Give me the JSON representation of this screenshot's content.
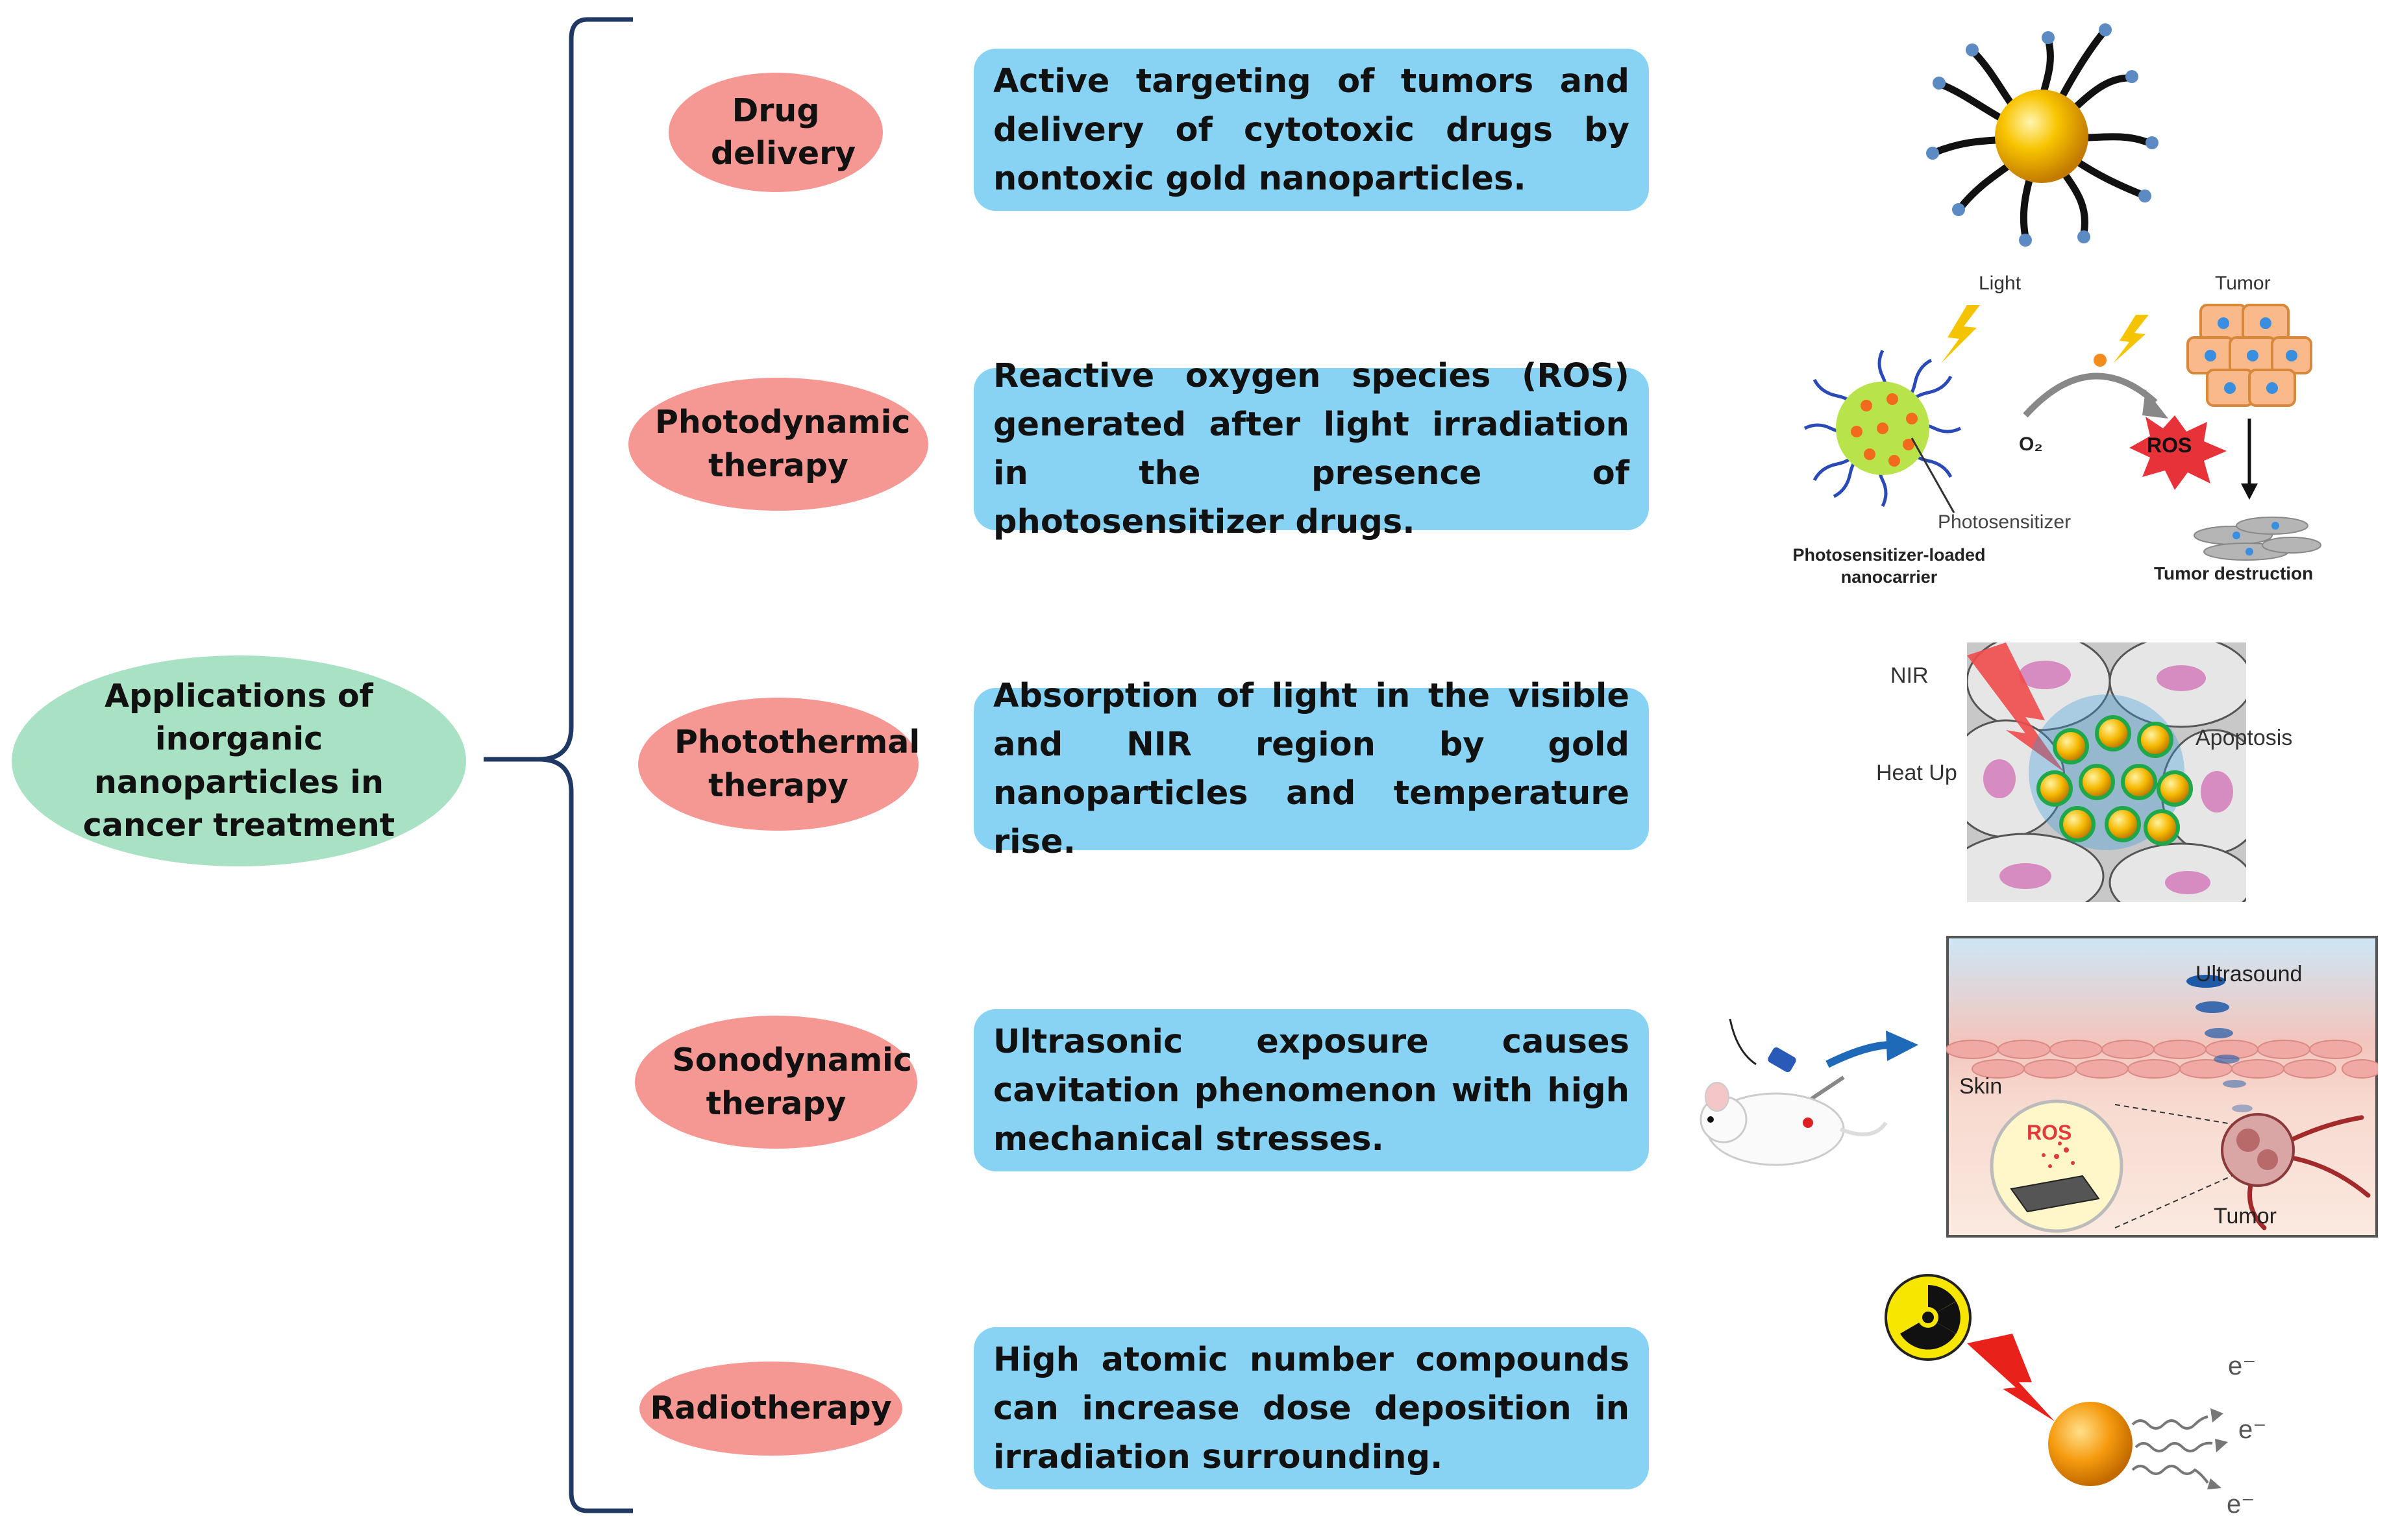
{
  "root": {
    "label": "Applications of inorganic nanoparticles in cancer treatment"
  },
  "therapies": [
    {
      "name": "Drug delivery",
      "description": "Active targeting of tumors and delivery of cytotoxic drugs by nontoxic gold nanoparticles."
    },
    {
      "name": "Photodynamic therapy",
      "description": "Reactive oxygen species (ROS) generated after light irradiation in the presence of photosensitizer drugs."
    },
    {
      "name": "Photothermal therapy",
      "description": "Absorption of light in the visible and NIR region by gold nanoparticles and temperature rise."
    },
    {
      "name": "Sonodynamic therapy",
      "description": "Ultrasonic exposure causes cavitation phenomenon with high mechanical stresses."
    },
    {
      "name": "Radiotherapy",
      "description": "High atomic number compounds can increase dose deposition in irradiation surrounding."
    }
  ],
  "illustrations": {
    "photodynamic": {
      "light": "Light",
      "tumor": "Tumor",
      "oxygen": "O₂",
      "ros": "ROS",
      "photosensitizer": "Photosensitizer",
      "nanocarrier": "Photosensitizer-loaded nanocarrier",
      "destruction": "Tumor destruction"
    },
    "photothermal": {
      "nir": "NIR",
      "heat": "Heat Up",
      "apoptosis": "Apoptosis"
    },
    "sonodynamic": {
      "ultrasound": "Ultrasound",
      "skin": "Skin",
      "ros": "ROS",
      "tumor": "Tumor"
    },
    "radiotherapy": {
      "electron1": "e⁻",
      "electron2": "e⁻",
      "electron3": "e⁻"
    }
  },
  "colors": {
    "root": "#a8e1c4",
    "category": "#f59894",
    "description": "#88d3f3",
    "bracket": "#1f3864",
    "gold": "#f5b700"
  }
}
